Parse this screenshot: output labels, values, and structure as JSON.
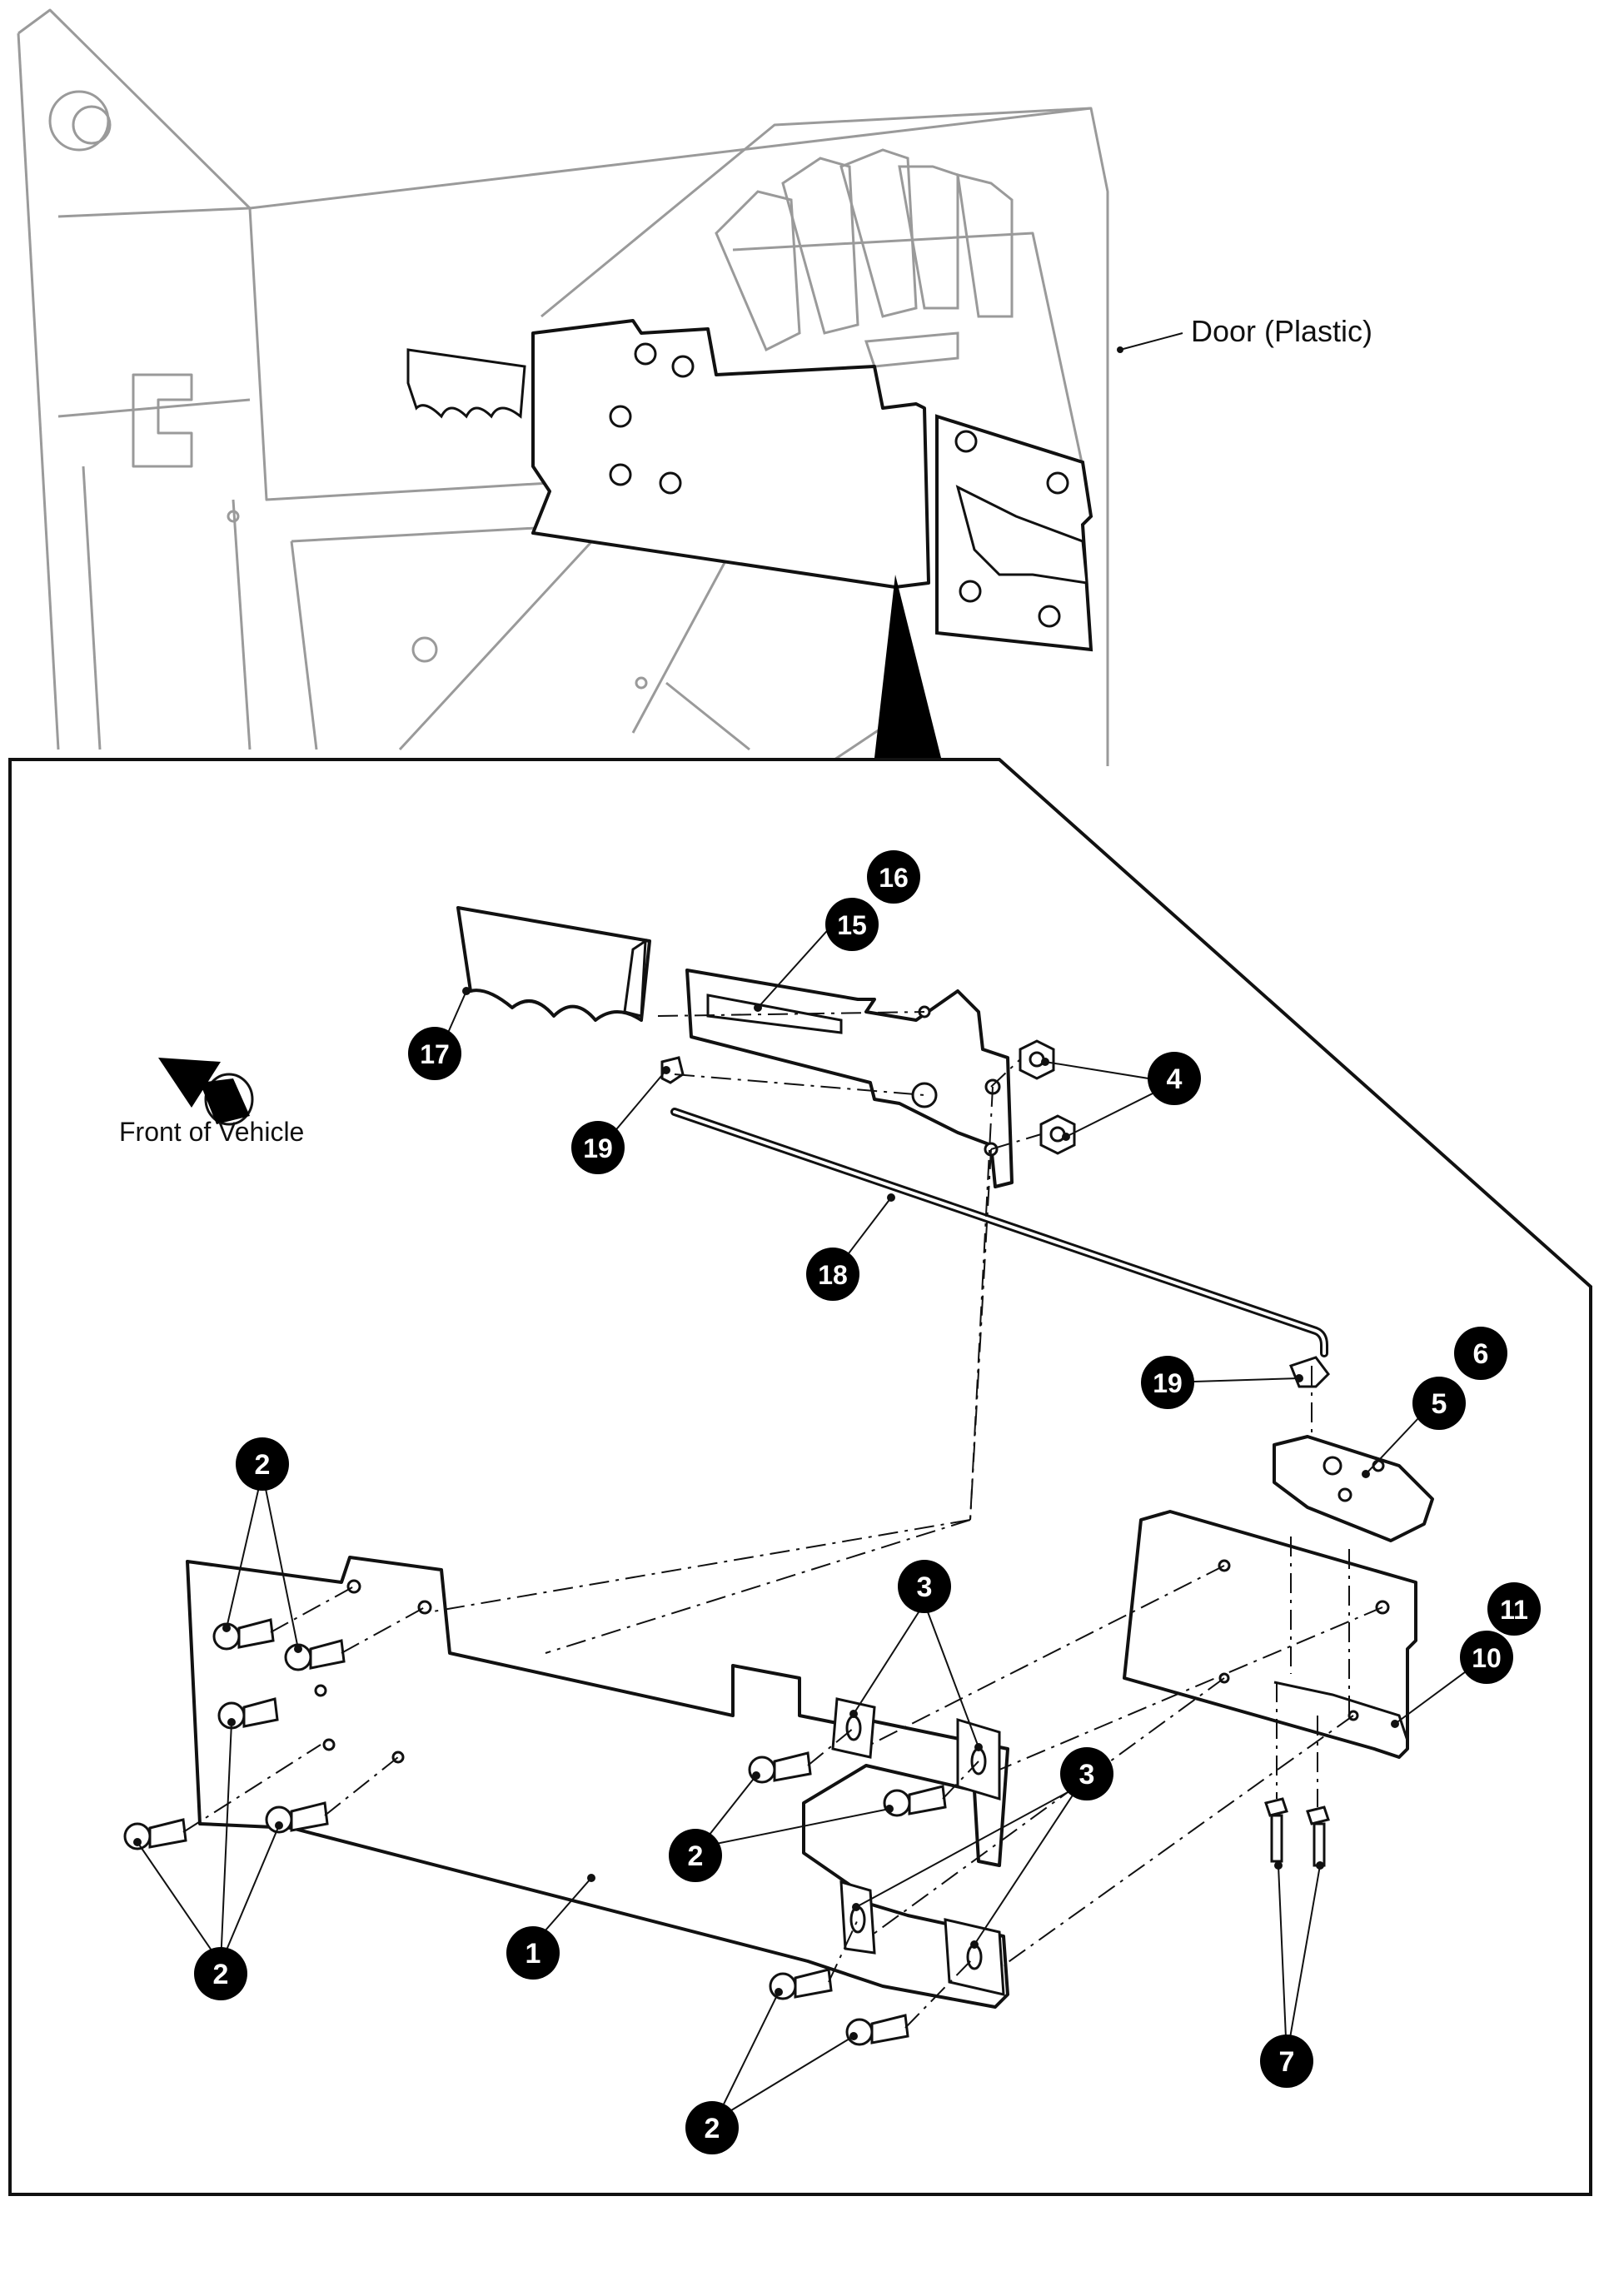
{
  "labels": {
    "door": "Door (Plastic)",
    "front": "Front of Vehicle"
  },
  "callouts": [
    {
      "id": "c1",
      "text": "1"
    },
    {
      "id": "c2a",
      "text": "2"
    },
    {
      "id": "c2b",
      "text": "2"
    },
    {
      "id": "c2c",
      "text": "2"
    },
    {
      "id": "c2d",
      "text": "2"
    },
    {
      "id": "c3a",
      "text": "3"
    },
    {
      "id": "c3b",
      "text": "3"
    },
    {
      "id": "c4",
      "text": "4"
    },
    {
      "id": "c5",
      "text": "5"
    },
    {
      "id": "c6",
      "text": "6"
    },
    {
      "id": "c7",
      "text": "7"
    },
    {
      "id": "c10",
      "text": "10"
    },
    {
      "id": "c11",
      "text": "11"
    },
    {
      "id": "c15",
      "text": "15"
    },
    {
      "id": "c16",
      "text": "16"
    },
    {
      "id": "c17",
      "text": "17"
    },
    {
      "id": "c18",
      "text": "18"
    },
    {
      "id": "c19a",
      "text": "19"
    },
    {
      "id": "c19b",
      "text": "19"
    }
  ],
  "colors": {
    "ink": "#111111",
    "ghost": "#9a9a9a",
    "callout_fill": "#000000"
  }
}
